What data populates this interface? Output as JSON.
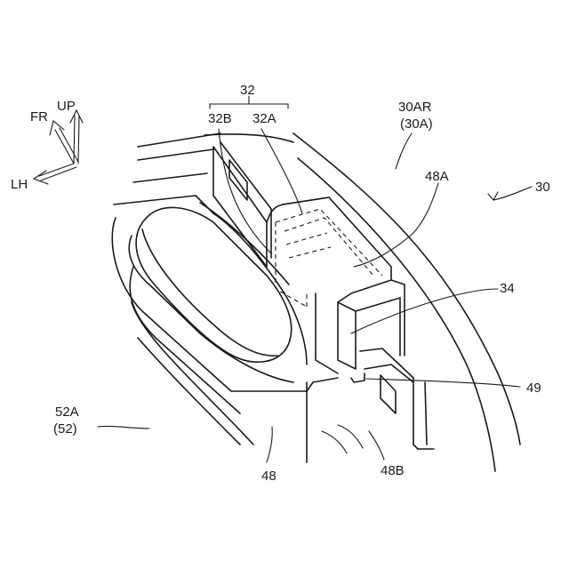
{
  "axes": {
    "fr": "FR",
    "up": "UP",
    "lh": "LH"
  },
  "labels": {
    "l32": "32",
    "l32b": "32B",
    "l32a": "32A",
    "l30ar": "30AR",
    "l30a": "(30A)",
    "l30": "30",
    "l48a": "48A",
    "l34": "34",
    "l49": "49",
    "l52a": "52A",
    "l52": "(52)",
    "l48": "48",
    "l48b": "48B"
  }
}
